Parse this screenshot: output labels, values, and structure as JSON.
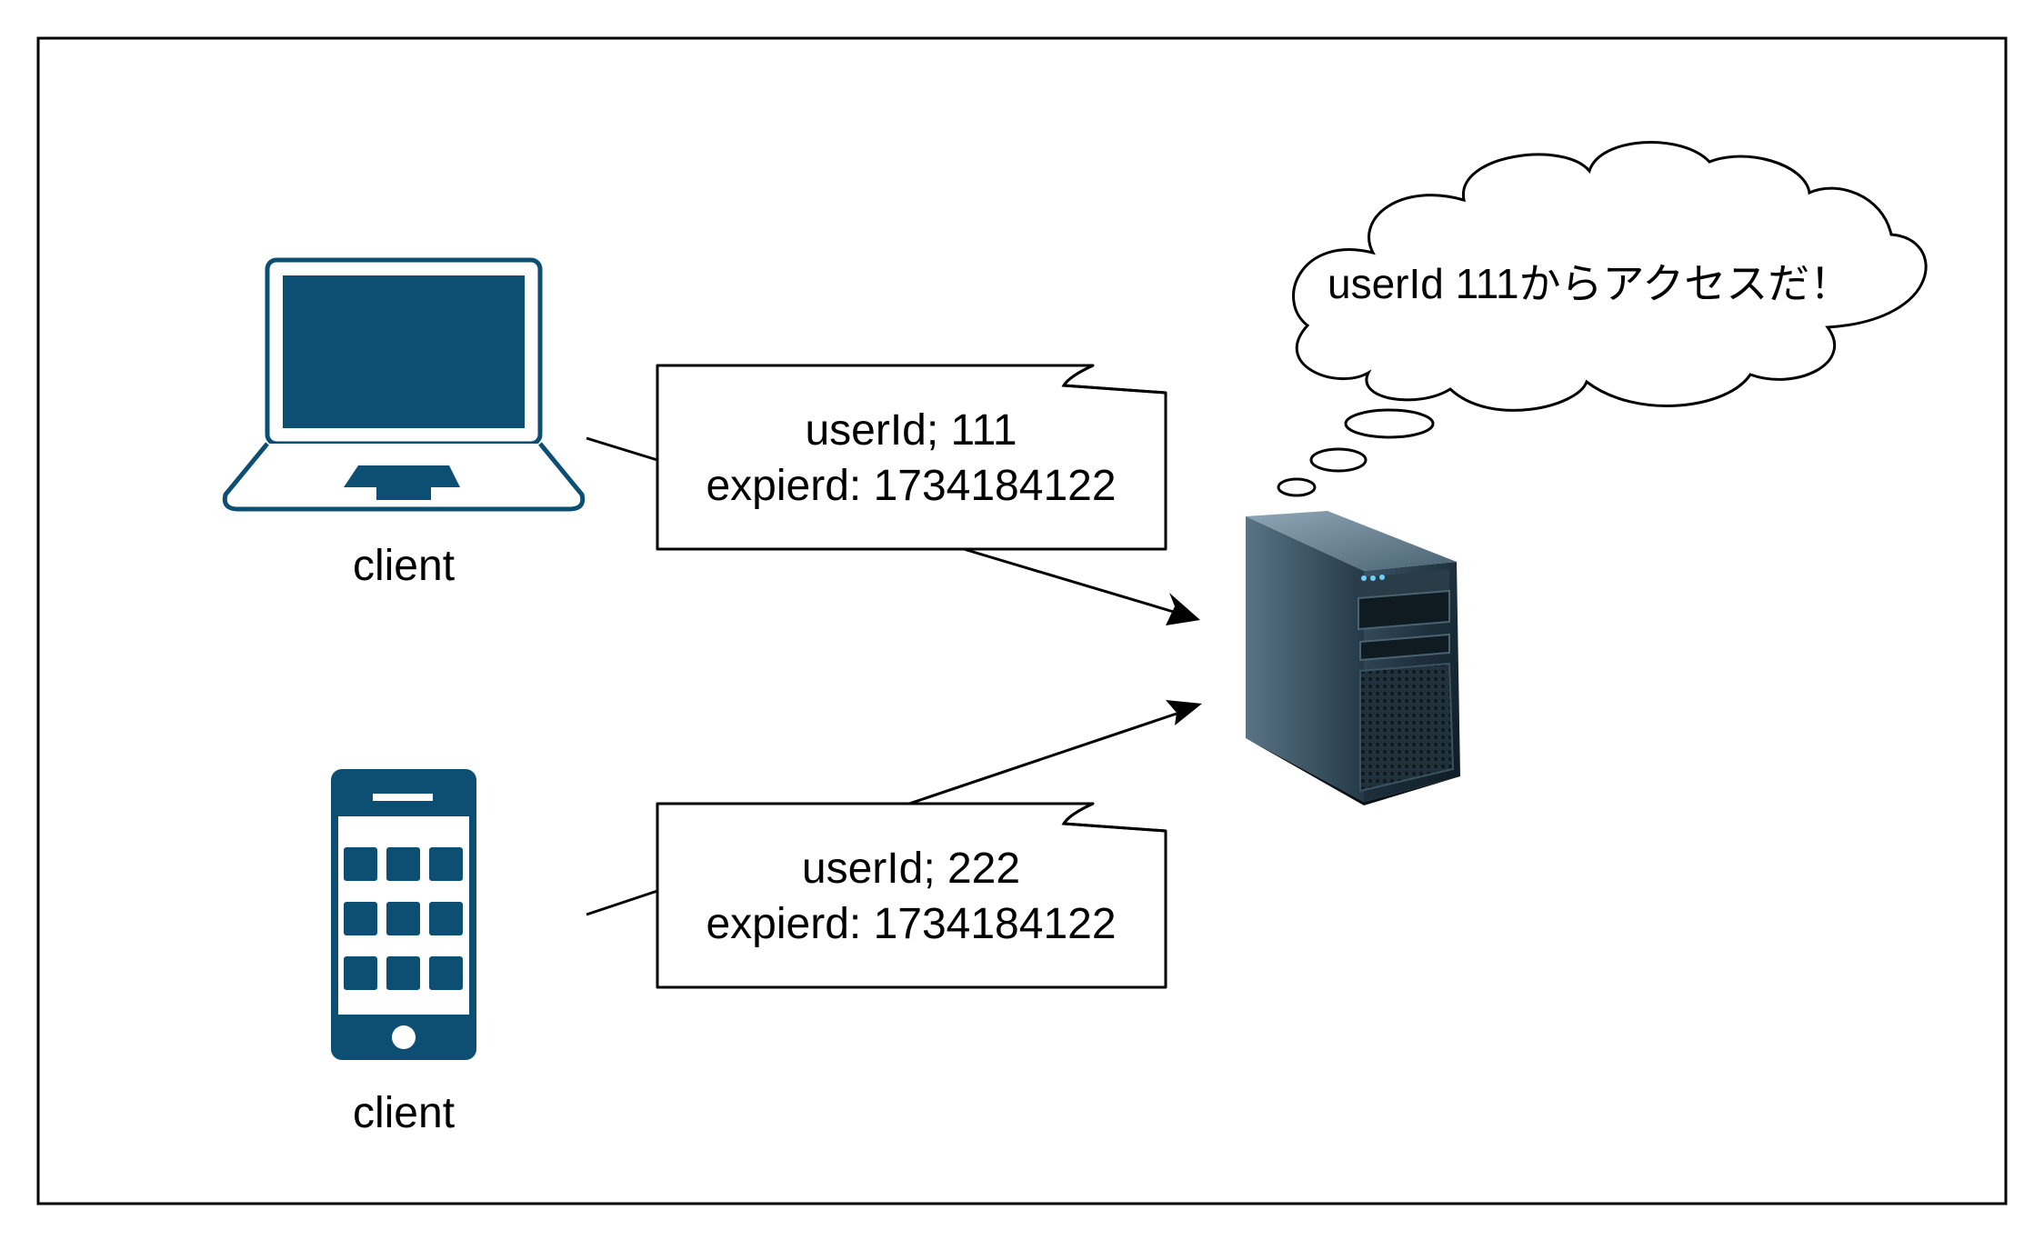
{
  "colors": {
    "device": "#0c4f73",
    "stroke": "#000000",
    "background": "#ffffff"
  },
  "laptop": {
    "icon": "laptop-icon",
    "label": "client"
  },
  "phone": {
    "icon": "smartphone-icon",
    "label": "client"
  },
  "server": {
    "icon": "server-tower-icon"
  },
  "note_top": {
    "line1": "userId; 111",
    "line2": "expierd: 1734184122"
  },
  "note_bottom": {
    "line1": "userId; 222",
    "line2": "expierd: 1734184122"
  },
  "thought": {
    "text": "userId  111からアクセスだ！"
  }
}
